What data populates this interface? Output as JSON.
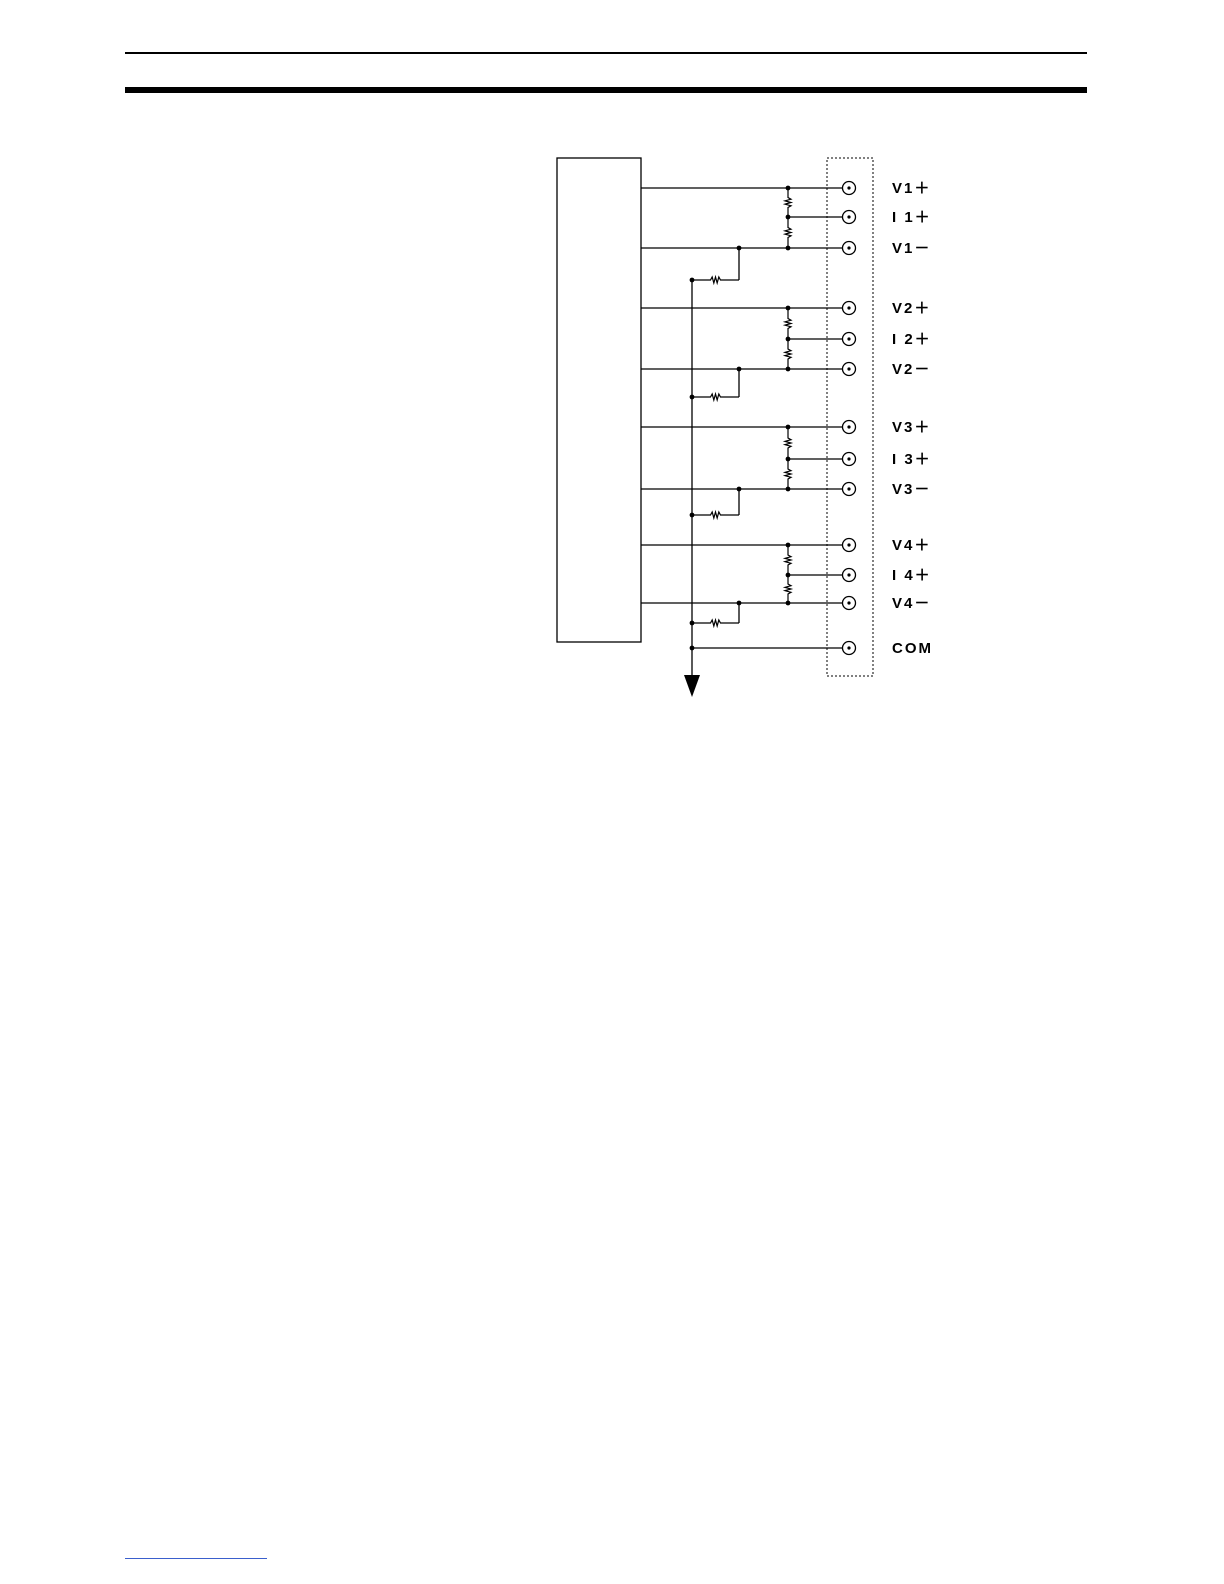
{
  "terminals": [
    {
      "id": "v1p",
      "label": "V1＋"
    },
    {
      "id": "i1p",
      "label": "I 1＋"
    },
    {
      "id": "v1m",
      "label": "V1－"
    },
    {
      "id": "v2p",
      "label": "V2＋"
    },
    {
      "id": "i2p",
      "label": "I 2＋"
    },
    {
      "id": "v2m",
      "label": "V2－"
    },
    {
      "id": "v3p",
      "label": "V3＋"
    },
    {
      "id": "i3p",
      "label": "I 3＋"
    },
    {
      "id": "v3m",
      "label": "V3－"
    },
    {
      "id": "v4p",
      "label": "V4＋"
    },
    {
      "id": "i4p",
      "label": "I 4＋"
    },
    {
      "id": "v4m",
      "label": "V4－"
    },
    {
      "id": "com",
      "label": "COM"
    }
  ],
  "colors": {
    "line": "#000000",
    "footer_link": "#3a5fcd"
  }
}
